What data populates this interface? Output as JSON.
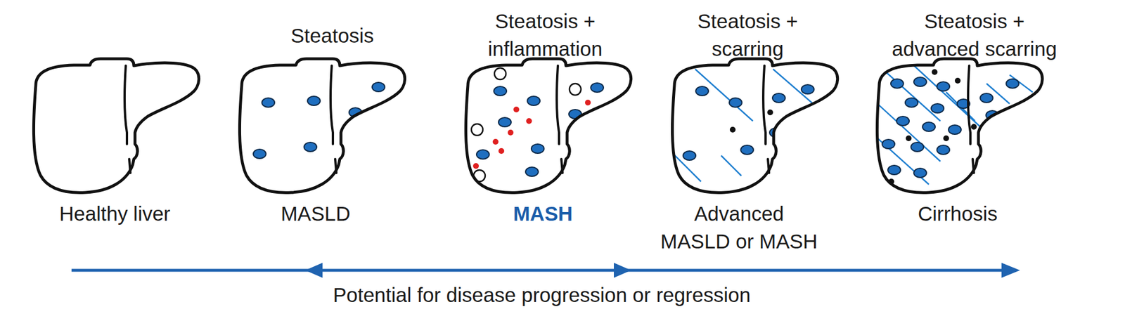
{
  "diagram": {
    "nodes": [
      {
        "text": [
          "Healthy liver"
        ]
      },
      {
        "text": [
          "Steatosis",
          "MASLD"
        ]
      },
      {
        "text": [
          "Steatosis + inflammation",
          "MASH"
        ]
      },
      {
        "text": [
          "Steatosis + scarring",
          "Advanced MASLD or MASH"
        ]
      },
      {
        "text": [
          "Steatosis + advanced scarring",
          "Cirrhosis"
        ]
      }
    ],
    "labels": [
      "Potential for disease progression or regression"
    ]
  }
}
